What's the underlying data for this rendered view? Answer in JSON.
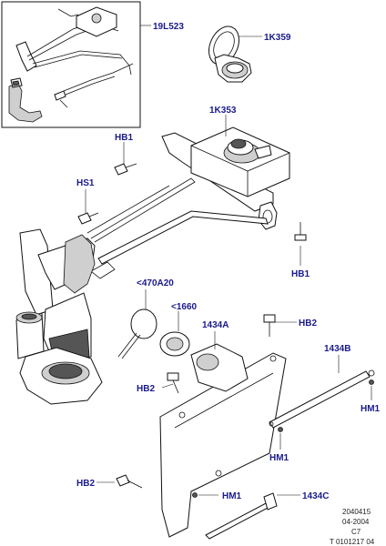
{
  "labels": {
    "l_19L523": "19L523",
    "l_1K359": "1K359",
    "l_1K353": "1K353",
    "l_HB1_a": "HB1",
    "l_HS1": "HS1",
    "l_HB1_b": "HB1",
    "l_470A20": "<470A20",
    "l_1660": "<1660",
    "l_1434A": "1434A",
    "l_HB2_a": "HB2",
    "l_1434B": "1434B",
    "l_HB2_b": "HB2",
    "l_HM1_a": "HM1",
    "l_HM1_b": "HM1",
    "l_HB2_c": "HB2",
    "l_HM1_c": "HM1",
    "l_1434C": "1434C"
  },
  "footer": {
    "code": "2040415",
    "date": "04-2004",
    "rev": "C7",
    "ref": "T 0101217 04"
  }
}
